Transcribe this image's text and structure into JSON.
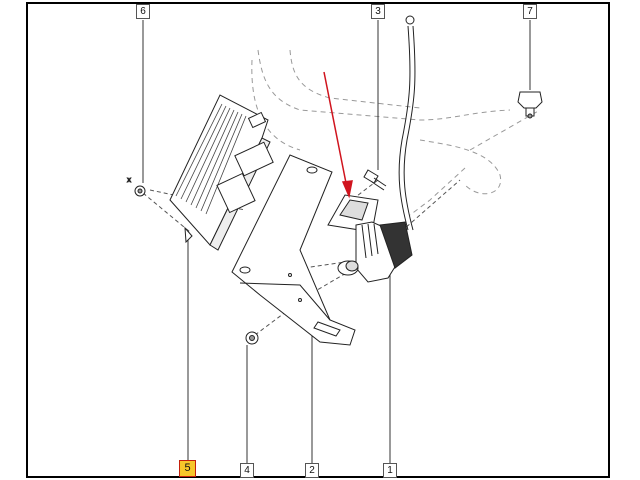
{
  "callouts": {
    "c1": "1",
    "c2": "2",
    "c3": "3",
    "c4": "4",
    "c5": "5",
    "c6": "6",
    "c7": "7"
  },
  "colors": {
    "highlight_fill": "#f7c72a",
    "highlight_border": "#c4200c",
    "pointer_arrow": "#d0141e"
  },
  "selected_part": "5"
}
